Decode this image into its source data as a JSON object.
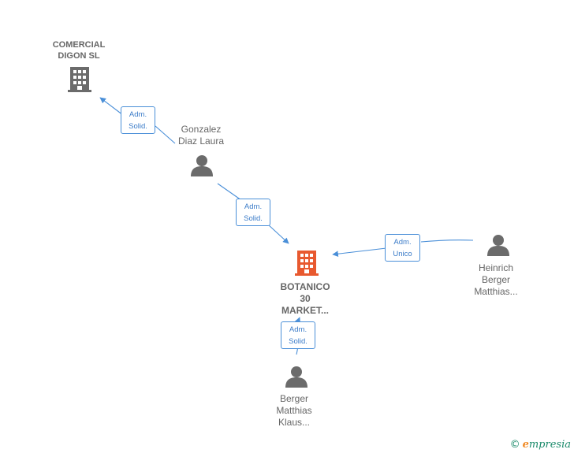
{
  "nodes": {
    "comercial_digon": {
      "label": "COMERCIAL\nDIGON SL",
      "type": "company",
      "icon": "building-icon",
      "color": "#6b6b6b"
    },
    "gonzalez_diaz": {
      "label": "Gonzalez\nDiaz Laura",
      "type": "person",
      "icon": "person-icon",
      "color": "#6b6b6b"
    },
    "botanico": {
      "label": "BOTANICO\n30\nMARKET...",
      "type": "company",
      "icon": "building-icon",
      "color": "#e8592f"
    },
    "heinrich_berger": {
      "label": "Heinrich\nBerger\nMatthias...",
      "type": "person",
      "icon": "person-icon",
      "color": "#6b6b6b"
    },
    "berger_matthias": {
      "label": "Berger\nMatthias\nKlaus...",
      "type": "person",
      "icon": "person-icon",
      "color": "#6b6b6b"
    }
  },
  "edges": {
    "gonzalez_to_comercial": {
      "label": "Adm.\nSolid."
    },
    "gonzalez_to_botanico": {
      "label": "Adm.\nSolid."
    },
    "heinrich_to_botanico": {
      "label": "Adm.\nUnico"
    },
    "berger_to_botanico": {
      "label": "Adm.\nSolid."
    }
  },
  "colors": {
    "edge": "#4a8fd8",
    "label_text": "#666666"
  },
  "footer": {
    "copyright": "©",
    "brand_first": "e",
    "brand_rest": "mpresia"
  }
}
